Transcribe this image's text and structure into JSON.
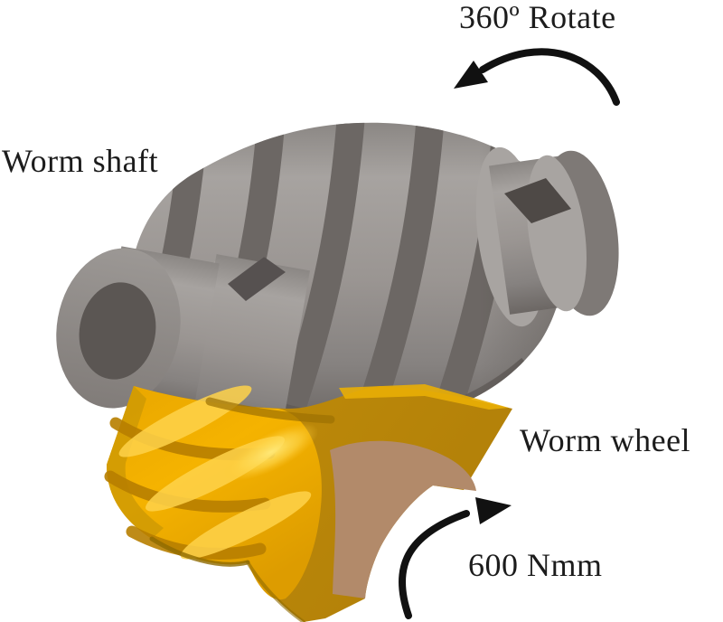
{
  "labels": {
    "rotation": "360º Rotate",
    "shaft": "Worm shaft",
    "wheel": "Worm wheel",
    "torque": "600 Nmm"
  },
  "colors": {
    "background": "#ffffff",
    "text": "#1c1c1c",
    "arrow": "#111111",
    "shaft_light": "#a7a3a0",
    "shaft_base": "#9a9592",
    "shaft_groove": "#6c6764",
    "shaft_dark": "#5d5855",
    "shaft_end_face": "#908c89",
    "shaft_end_bore": "#5b5653",
    "wheel_gold": "#c28e09",
    "wheel_top": "#e9ae05",
    "wheel_bright": "#f5b300",
    "wheel_highlight": "#ffe877",
    "wheel_groove": "#b87f00",
    "bore_brown": "#b28a6a"
  }
}
